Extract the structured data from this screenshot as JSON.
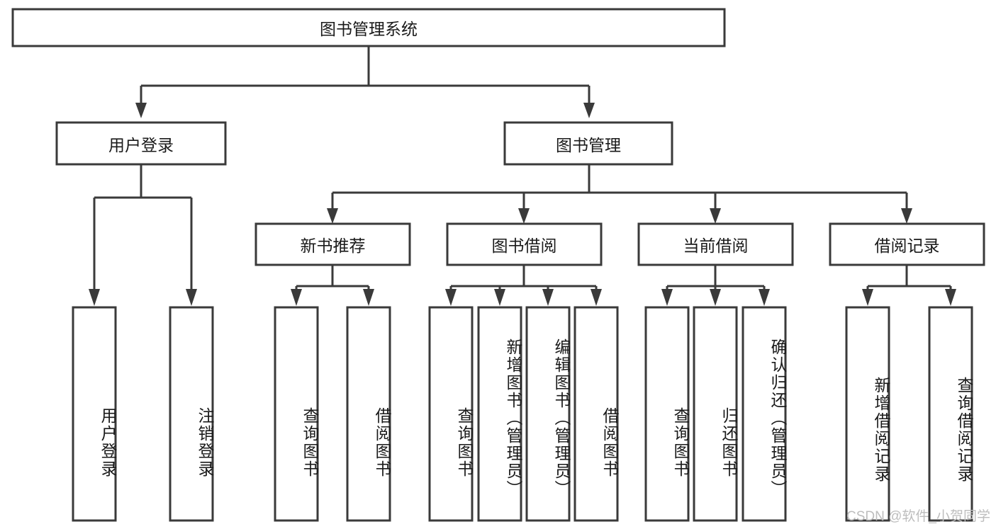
{
  "diagram": {
    "type": "tree",
    "title": "图书管理系统",
    "orientation": "top-down",
    "colors": {
      "background": "#ffffff",
      "box_fill": "#ffffff",
      "box_stroke": "#3a3a3a",
      "connector": "#3a3a3a",
      "text": "#1a1a1a",
      "watermark": "#bdbdbd"
    },
    "root": {
      "id": "root",
      "label": "图书管理系统",
      "orientation": "horizontal"
    },
    "level2": [
      {
        "id": "user-login",
        "label": "用户登录",
        "orientation": "horizontal",
        "children": [
          {
            "id": "user-login-login",
            "label": "用户登录",
            "orientation": "vertical"
          },
          {
            "id": "user-login-logout",
            "label": "注销登录",
            "orientation": "vertical"
          }
        ]
      },
      {
        "id": "book-manage",
        "label": "图书管理",
        "orientation": "horizontal",
        "children": [
          {
            "id": "new-book-recommend",
            "label": "新书推荐",
            "orientation": "horizontal",
            "children": [
              {
                "id": "nbr-query-book",
                "label": "查询图书",
                "orientation": "vertical"
              },
              {
                "id": "nbr-borrow-book",
                "label": "借阅图书",
                "orientation": "vertical"
              }
            ]
          },
          {
            "id": "book-borrow",
            "label": "图书借阅",
            "orientation": "horizontal",
            "children": [
              {
                "id": "bb-query-book",
                "label": "查询图书",
                "orientation": "vertical"
              },
              {
                "id": "bb-add-book",
                "label": "新增图书（管理员）",
                "orientation": "vertical"
              },
              {
                "id": "bb-edit-book",
                "label": "编辑图书（管理员）",
                "orientation": "vertical"
              },
              {
                "id": "bb-borrow-book",
                "label": "借阅图书",
                "orientation": "vertical"
              }
            ]
          },
          {
            "id": "current-borrow",
            "label": "当前借阅",
            "orientation": "horizontal",
            "children": [
              {
                "id": "cb-query-book",
                "label": "查询图书",
                "orientation": "vertical"
              },
              {
                "id": "cb-return-book",
                "label": "归还图书",
                "orientation": "vertical"
              },
              {
                "id": "cb-confirm-return",
                "label": "确认归还（管理员）",
                "orientation": "vertical"
              }
            ]
          },
          {
            "id": "borrow-record",
            "label": "借阅记录",
            "orientation": "horizontal",
            "children": [
              {
                "id": "br-add-record",
                "label": "新增借阅记录",
                "orientation": "vertical"
              },
              {
                "id": "br-query-record",
                "label": "查询借阅记录",
                "orientation": "vertical"
              }
            ]
          }
        ]
      }
    ]
  },
  "watermark": {
    "text": "CSDN @软件_小贺同学"
  }
}
